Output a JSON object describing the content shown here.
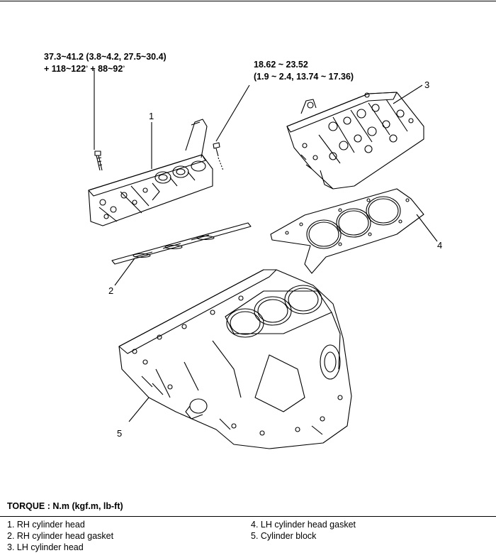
{
  "torque_specs": {
    "rh_head_bolt": {
      "line1": "37.3~41.2 (3.8~4.2, 27.5~30.4)",
      "line2_prefix": "+ 118~122",
      "line2_mid": " + 88~92",
      "degree_symbol": "°"
    },
    "small_bolt": {
      "line1": "18.62 ~ 23.52",
      "line2": "(1.9 ~ 2.4, 13.74 ~ 17.36)"
    }
  },
  "callouts": [
    "1",
    "2",
    "3",
    "4",
    "5"
  ],
  "footer": {
    "title": "TORQUE : N.m (kgf.m, lb-ft)",
    "legend_left": [
      "1.  RH cylinder head",
      "2.  RH cylinder head gasket",
      "3.  LH cylinder head"
    ],
    "legend_right": [
      "4.  LH cylinder head gasket",
      "5.  Cylinder block"
    ]
  }
}
